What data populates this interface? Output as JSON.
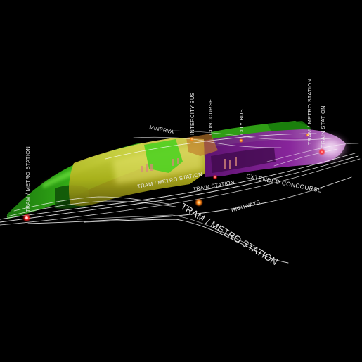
{
  "labels": {
    "tram_metro_left": "TRAM / METRO STATION",
    "minerva": "MINERVA",
    "intercity_bus": "INTERCITY BUS",
    "concourse": "CONCOURSE",
    "city_bus": "CITY BUS",
    "tram_metro_right": "TRAM / METRO STATION",
    "train_station_right": "TRAIN STATION",
    "tram_metro_mid": "TRAM / METRO STATION",
    "train_station_mid": "TRAIN STATION",
    "extended_concourse": "EXTENDED CONCOURSE",
    "highways": "HIGHWAYS",
    "tram_metro_bottom": "TRAM / METRO STATION"
  },
  "colors": {
    "background": "#000000",
    "green_volume": "#3fd21c",
    "yellow_volume": "#c9c624",
    "purple_volume": "#8e1fa0",
    "station_marker": "#ff2a2a",
    "tracks": "#ffffff"
  }
}
